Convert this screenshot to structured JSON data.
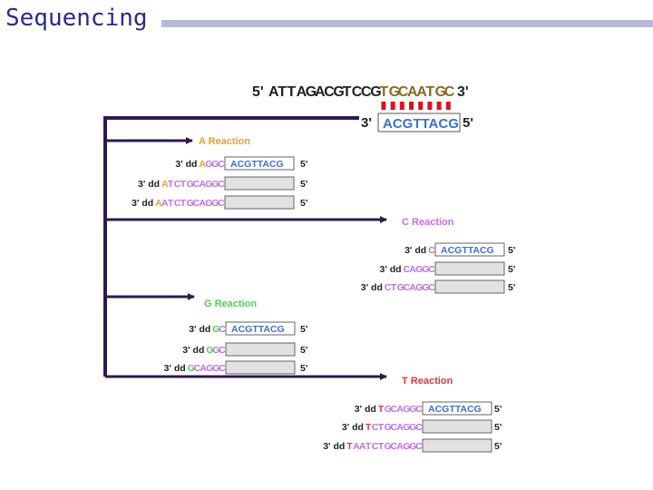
{
  "title": "Sequencing",
  "colors": {
    "A": "#e8a030",
    "C": "#c070e0",
    "G": "#50d050",
    "T": "#e03838",
    "template": "#222222",
    "line": "#2e1a52",
    "primer": "#3b6fd6",
    "bar": "#e01020"
  },
  "template": {
    "prefix": "5'",
    "suffix": "3'",
    "seq": "ATTAGACGTCCGTGCAATGC"
  },
  "primer": {
    "prefix": "3'",
    "seq": "ACGTTACG",
    "suffix": "5'"
  },
  "reactions": [
    {
      "name": "A",
      "label": "Reaction",
      "products": [
        {
          "prefix": "3' dd",
          "seq": "AGGC",
          "primer": "ACGTTACG",
          "suffix": "5'"
        },
        {
          "prefix": "3' dd",
          "seq": "ATCTGCAGGC",
          "primer": "",
          "suffix": "5'"
        },
        {
          "prefix": "3' dd",
          "seq": "AATCTGCAGGC",
          "primer": "",
          "suffix": "5'"
        }
      ]
    },
    {
      "name": "C",
      "label": "Reaction",
      "products": [
        {
          "prefix": "3' dd",
          "seq": "C",
          "primer": "ACGTTACG",
          "suffix": "5'"
        },
        {
          "prefix": "3' dd",
          "seq": "CAGGC",
          "primer": "",
          "suffix": "5'"
        },
        {
          "prefix": "3' dd",
          "seq": "CTGCAGGC",
          "primer": "",
          "suffix": "5'"
        }
      ]
    },
    {
      "name": "G",
      "label": "Reaction",
      "products": [
        {
          "prefix": "3' dd",
          "seq": "GC",
          "primer": "ACGTTACG",
          "suffix": "5'"
        },
        {
          "prefix": "3' dd",
          "seq": "GGC",
          "primer": "",
          "suffix": "5'"
        },
        {
          "prefix": "3' dd",
          "seq": "GCAGGC",
          "primer": "",
          "suffix": "5'"
        }
      ]
    },
    {
      "name": "T",
      "label": "Reaction",
      "products": [
        {
          "prefix": "3' dd",
          "seq": "TGCAGGC",
          "primer": "ACGTTACG",
          "suffix": "5'"
        },
        {
          "prefix": "3' dd",
          "seq": "TCTGCAGGC",
          "primer": "",
          "suffix": "5'"
        },
        {
          "prefix": "3' dd",
          "seq": "TAATCTGCAGGC",
          "primer": "",
          "suffix": "5'"
        }
      ]
    }
  ]
}
